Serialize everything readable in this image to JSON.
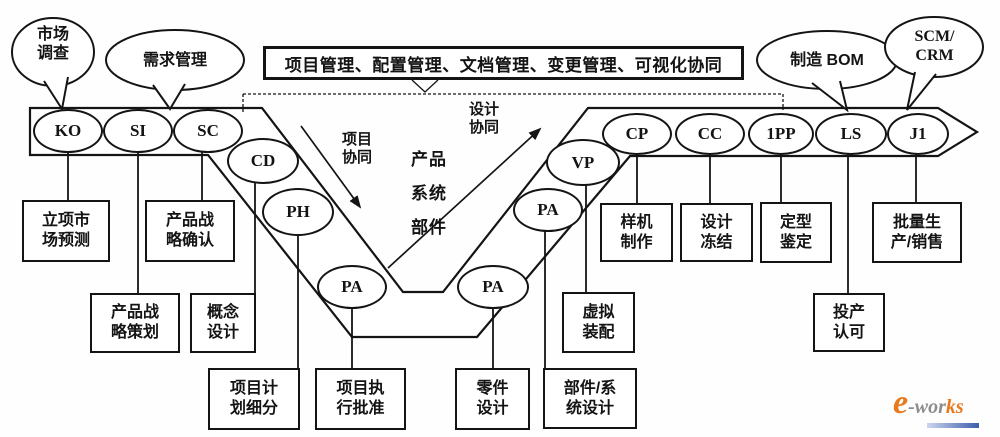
{
  "colors": {
    "line": "#141414",
    "logo_orange": "#e8791d",
    "logo_gray": "#8d8d8d",
    "logo_blue": "#3a5dab"
  },
  "bubbles": [
    {
      "label": "市场\n调查"
    },
    {
      "label": "需求管理"
    },
    {
      "label": "制造 BOM"
    },
    {
      "label": "SCM/\nCRM"
    }
  ],
  "top_box": {
    "label": "项目管理、配置管理、文档管理、变更管理、可视化协同"
  },
  "flow_labels": {
    "project_collab": "项目\n协同",
    "design_collab": "设计\n协同",
    "levels": "产品\n系统\n部件"
  },
  "stages": [
    {
      "label": "KO"
    },
    {
      "label": "SI"
    },
    {
      "label": "SC"
    },
    {
      "label": "CD"
    },
    {
      "label": "PH"
    },
    {
      "label": "PA"
    },
    {
      "label": "PA"
    },
    {
      "label": "PA"
    },
    {
      "label": "VP"
    },
    {
      "label": "CP"
    },
    {
      "label": "CC"
    },
    {
      "label": "1PP"
    },
    {
      "label": "LS"
    },
    {
      "label": "J1"
    }
  ],
  "boxes": [
    {
      "label": "立项市\n场预测"
    },
    {
      "label": "产品战\n略确认"
    },
    {
      "label": "产品战\n略策划"
    },
    {
      "label": "概念\n设计"
    },
    {
      "label": "项目计\n划细分"
    },
    {
      "label": "项目执\n行批准"
    },
    {
      "label": "零件\n设计"
    },
    {
      "label": "部件/系\n统设计"
    },
    {
      "label": "虚拟\n装配"
    },
    {
      "label": "样机\n制作"
    },
    {
      "label": "设计\n冻结"
    },
    {
      "label": "定型\n鉴定"
    },
    {
      "label": "投产\n认可"
    },
    {
      "label": "批量生\n产/销售"
    }
  ],
  "logo": {
    "e": "e",
    "mid": "-wor",
    "ks": "ks"
  }
}
